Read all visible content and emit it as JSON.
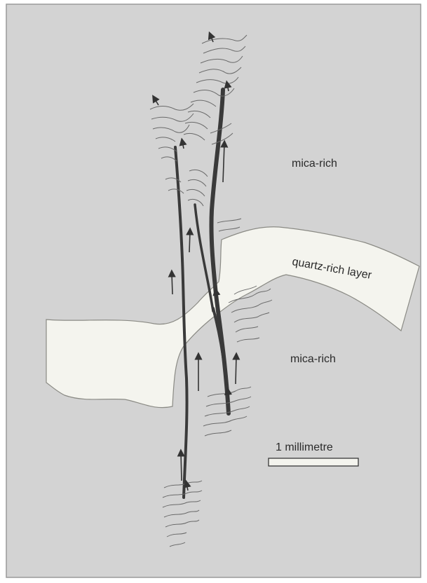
{
  "labels": {
    "upper_region": "mica-rich",
    "layer": "quartz-rich layer",
    "lower_region": "mica-rich",
    "scale_bar": "1 millimetre"
  },
  "colors": {
    "background": "#d3d3d3",
    "frame": "#9a9a9a",
    "layer_fill": "#f4f4ee",
    "vein": "#3a3a3a",
    "crenulation": "#6a6a6a",
    "arrow": "#333333"
  }
}
